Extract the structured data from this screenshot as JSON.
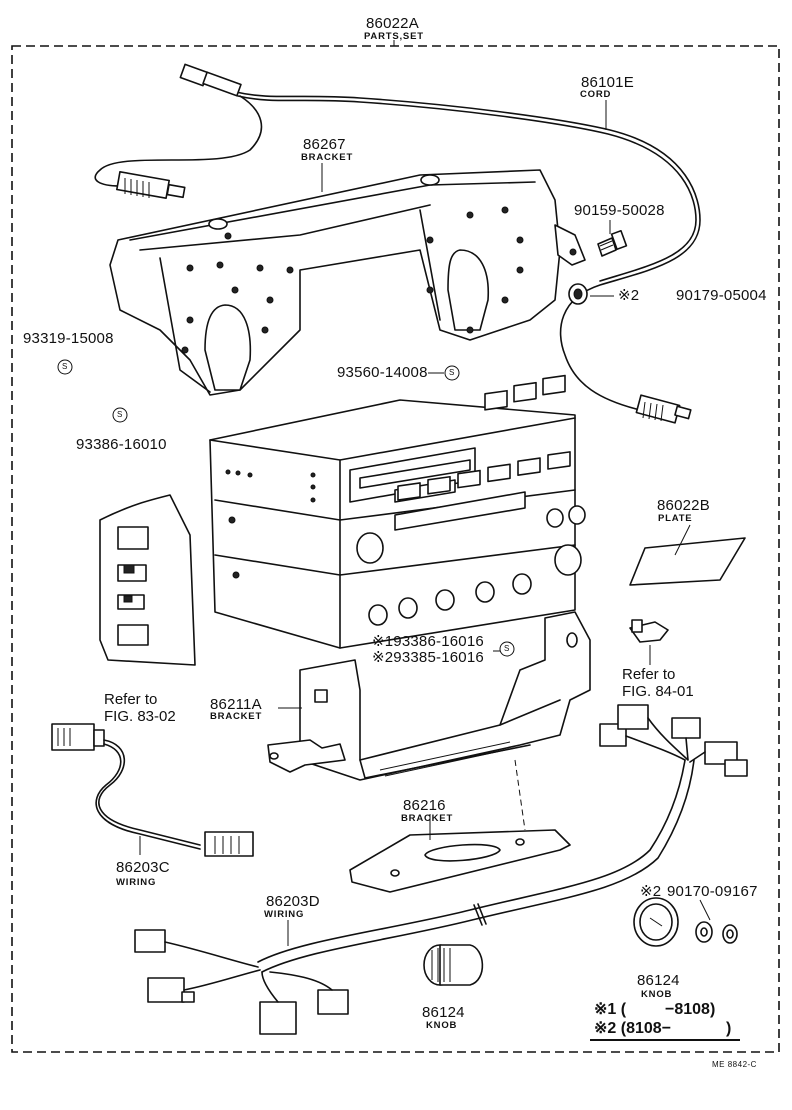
{
  "title": {
    "part": "86022A",
    "name": "PARTS,SET"
  },
  "parts": {
    "cord": {
      "part": "86101E",
      "name": "CORD"
    },
    "bracket_top": {
      "part": "86267",
      "name": "BRACKET"
    },
    "screw_a": {
      "part": "90159-50028"
    },
    "nut": {
      "mark": "※2",
      "part": "90179-05004"
    },
    "s_left_a": {
      "part": "93319-15008",
      "mark": "S"
    },
    "s_mid": {
      "part": "93560-14008",
      "mark": "S"
    },
    "s_left_b": {
      "part": "93386-16010",
      "mark": "S"
    },
    "plate": {
      "part": "86022B",
      "name": "PLATE"
    },
    "screw_pair": {
      "line1": "※193386-16016",
      "line2": "※293385-16016",
      "mark": "S"
    },
    "bracket_low": {
      "part": "86211A",
      "name": "BRACKET"
    },
    "ref_left": {
      "line1": "Refer to",
      "line2": "FIG. 83-02"
    },
    "ref_right": {
      "line1": "Refer to",
      "line2": "FIG. 84-01"
    },
    "wiring_c": {
      "part": "86203C",
      "name": "WIRING"
    },
    "bracket_bottom": {
      "part": "86216",
      "name": "BRACKET"
    },
    "wiring_d": {
      "part": "86203D",
      "name": "WIRING"
    },
    "washer": {
      "mark": "※2",
      "part": "90170-09167"
    },
    "knob_right": {
      "part": "86124",
      "name": "KNOB"
    },
    "knob_left": {
      "part": "86124",
      "name": "KNOB"
    }
  },
  "notes": {
    "n1": {
      "mark": "※1",
      "open": "(",
      "range": "−8108)"
    },
    "n2": {
      "mark": "※2",
      "open": "(8108−",
      "close": ")"
    }
  },
  "footer": "ME 8842-C"
}
